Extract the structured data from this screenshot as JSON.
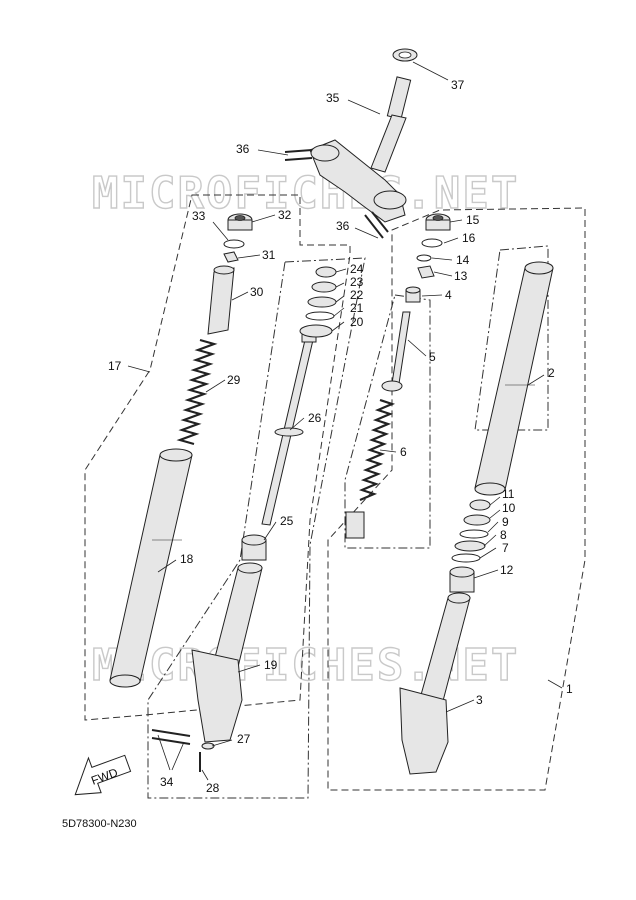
{
  "watermark": "MICROFICHES.NET",
  "diagram_code": "5D78300-N230",
  "fwd_label": "FWD",
  "callouts": {
    "c1": "1",
    "c2": "2",
    "c3": "3",
    "c4": "4",
    "c5": "5",
    "c6": "6",
    "c7": "7",
    "c8": "8",
    "c9": "9",
    "c10": "10",
    "c11": "11",
    "c12": "12",
    "c13": "13",
    "c14": "14",
    "c15": "15",
    "c16": "16",
    "c17": "17",
    "c18": "18",
    "c19": "19",
    "c20": "20",
    "c21": "21",
    "c22": "22",
    "c23": "23",
    "c24": "24",
    "c25": "25",
    "c26": "26",
    "c27": "27",
    "c28": "28",
    "c29": "29",
    "c30": "30",
    "c31": "31",
    "c32": "32",
    "c33": "33",
    "c34": "34",
    "c35": "35",
    "c36a": "36",
    "c36b": "36",
    "c37": "37"
  }
}
